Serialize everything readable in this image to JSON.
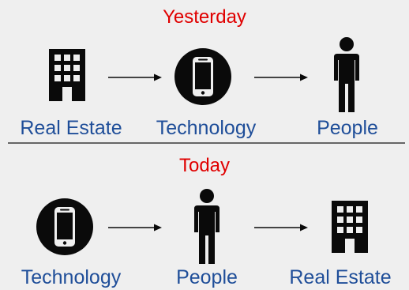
{
  "colors": {
    "background": "#efefef",
    "heading": "#e00000",
    "label": "#1f4e99",
    "divider": "#666666",
    "icon": "#0a0a0a"
  },
  "yesterday": {
    "title": "Yesterday",
    "steps": [
      {
        "label": "Real Estate",
        "icon": "building-icon"
      },
      {
        "label": "Technology",
        "icon": "smartphone-icon"
      },
      {
        "label": "People",
        "icon": "person-icon"
      }
    ]
  },
  "today": {
    "title": "Today",
    "steps": [
      {
        "label": "Technology",
        "icon": "smartphone-icon"
      },
      {
        "label": "People",
        "icon": "person-icon"
      },
      {
        "label": "Real Estate",
        "icon": "building-icon"
      }
    ]
  }
}
